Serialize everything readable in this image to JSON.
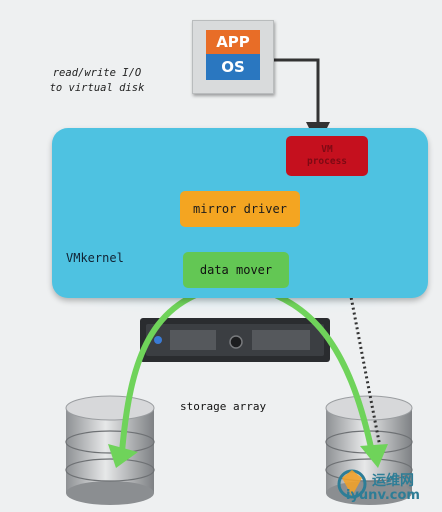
{
  "app_os": {
    "app_label": "APP",
    "os_label": "OS"
  },
  "io_note": {
    "line1": "read/write I/O",
    "line2": "to virtual disk"
  },
  "vm_process": {
    "line1": "VM",
    "line2": "process"
  },
  "mirror_driver": {
    "label": "mirror driver"
  },
  "vmkernel": {
    "label": "VMkernel"
  },
  "data_mover": {
    "label": "data mover"
  },
  "storage": {
    "label": "storage array"
  },
  "watermark": {
    "text": "运维网",
    "url": "iyunv.com"
  },
  "colors": {
    "vmkernel": "#4ec2e1",
    "vm_process": "#c5101e",
    "mirror_driver": "#f4a521",
    "data_mover": "#63c754",
    "app": "#e86d27",
    "os": "#2a77c0",
    "arrow_green": "#6fd35a"
  }
}
